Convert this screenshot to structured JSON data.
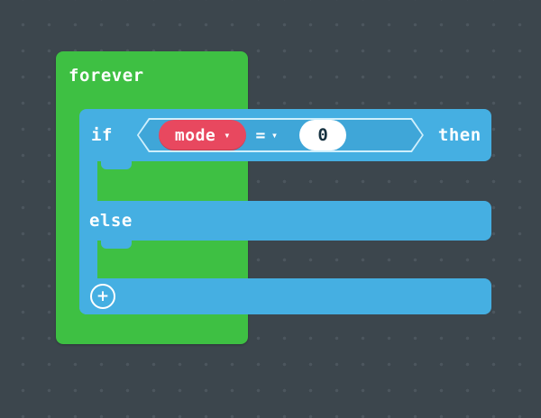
{
  "workspace": {
    "grid": "dotted"
  },
  "colors": {
    "background": "#3C464D",
    "grid_dot": "#4C565E",
    "loops_green": "#3EC043",
    "logic_blue": "#45AFE2",
    "logic_blue_inner": "#3FA6D8",
    "hex_outline": "#CFEFFC",
    "variable_red": "#E8485F",
    "field_white": "#FFFFFF",
    "field_text": "#14303F"
  },
  "blocks": {
    "forever": {
      "label": "forever"
    },
    "if": {
      "if_label": "if",
      "then_label": "then",
      "else_label": "else",
      "add_button": "+",
      "condition": {
        "variable": {
          "name": "mode",
          "caret": "▾"
        },
        "operator": {
          "symbol": "=",
          "caret": "▾"
        },
        "value": "0"
      }
    }
  }
}
